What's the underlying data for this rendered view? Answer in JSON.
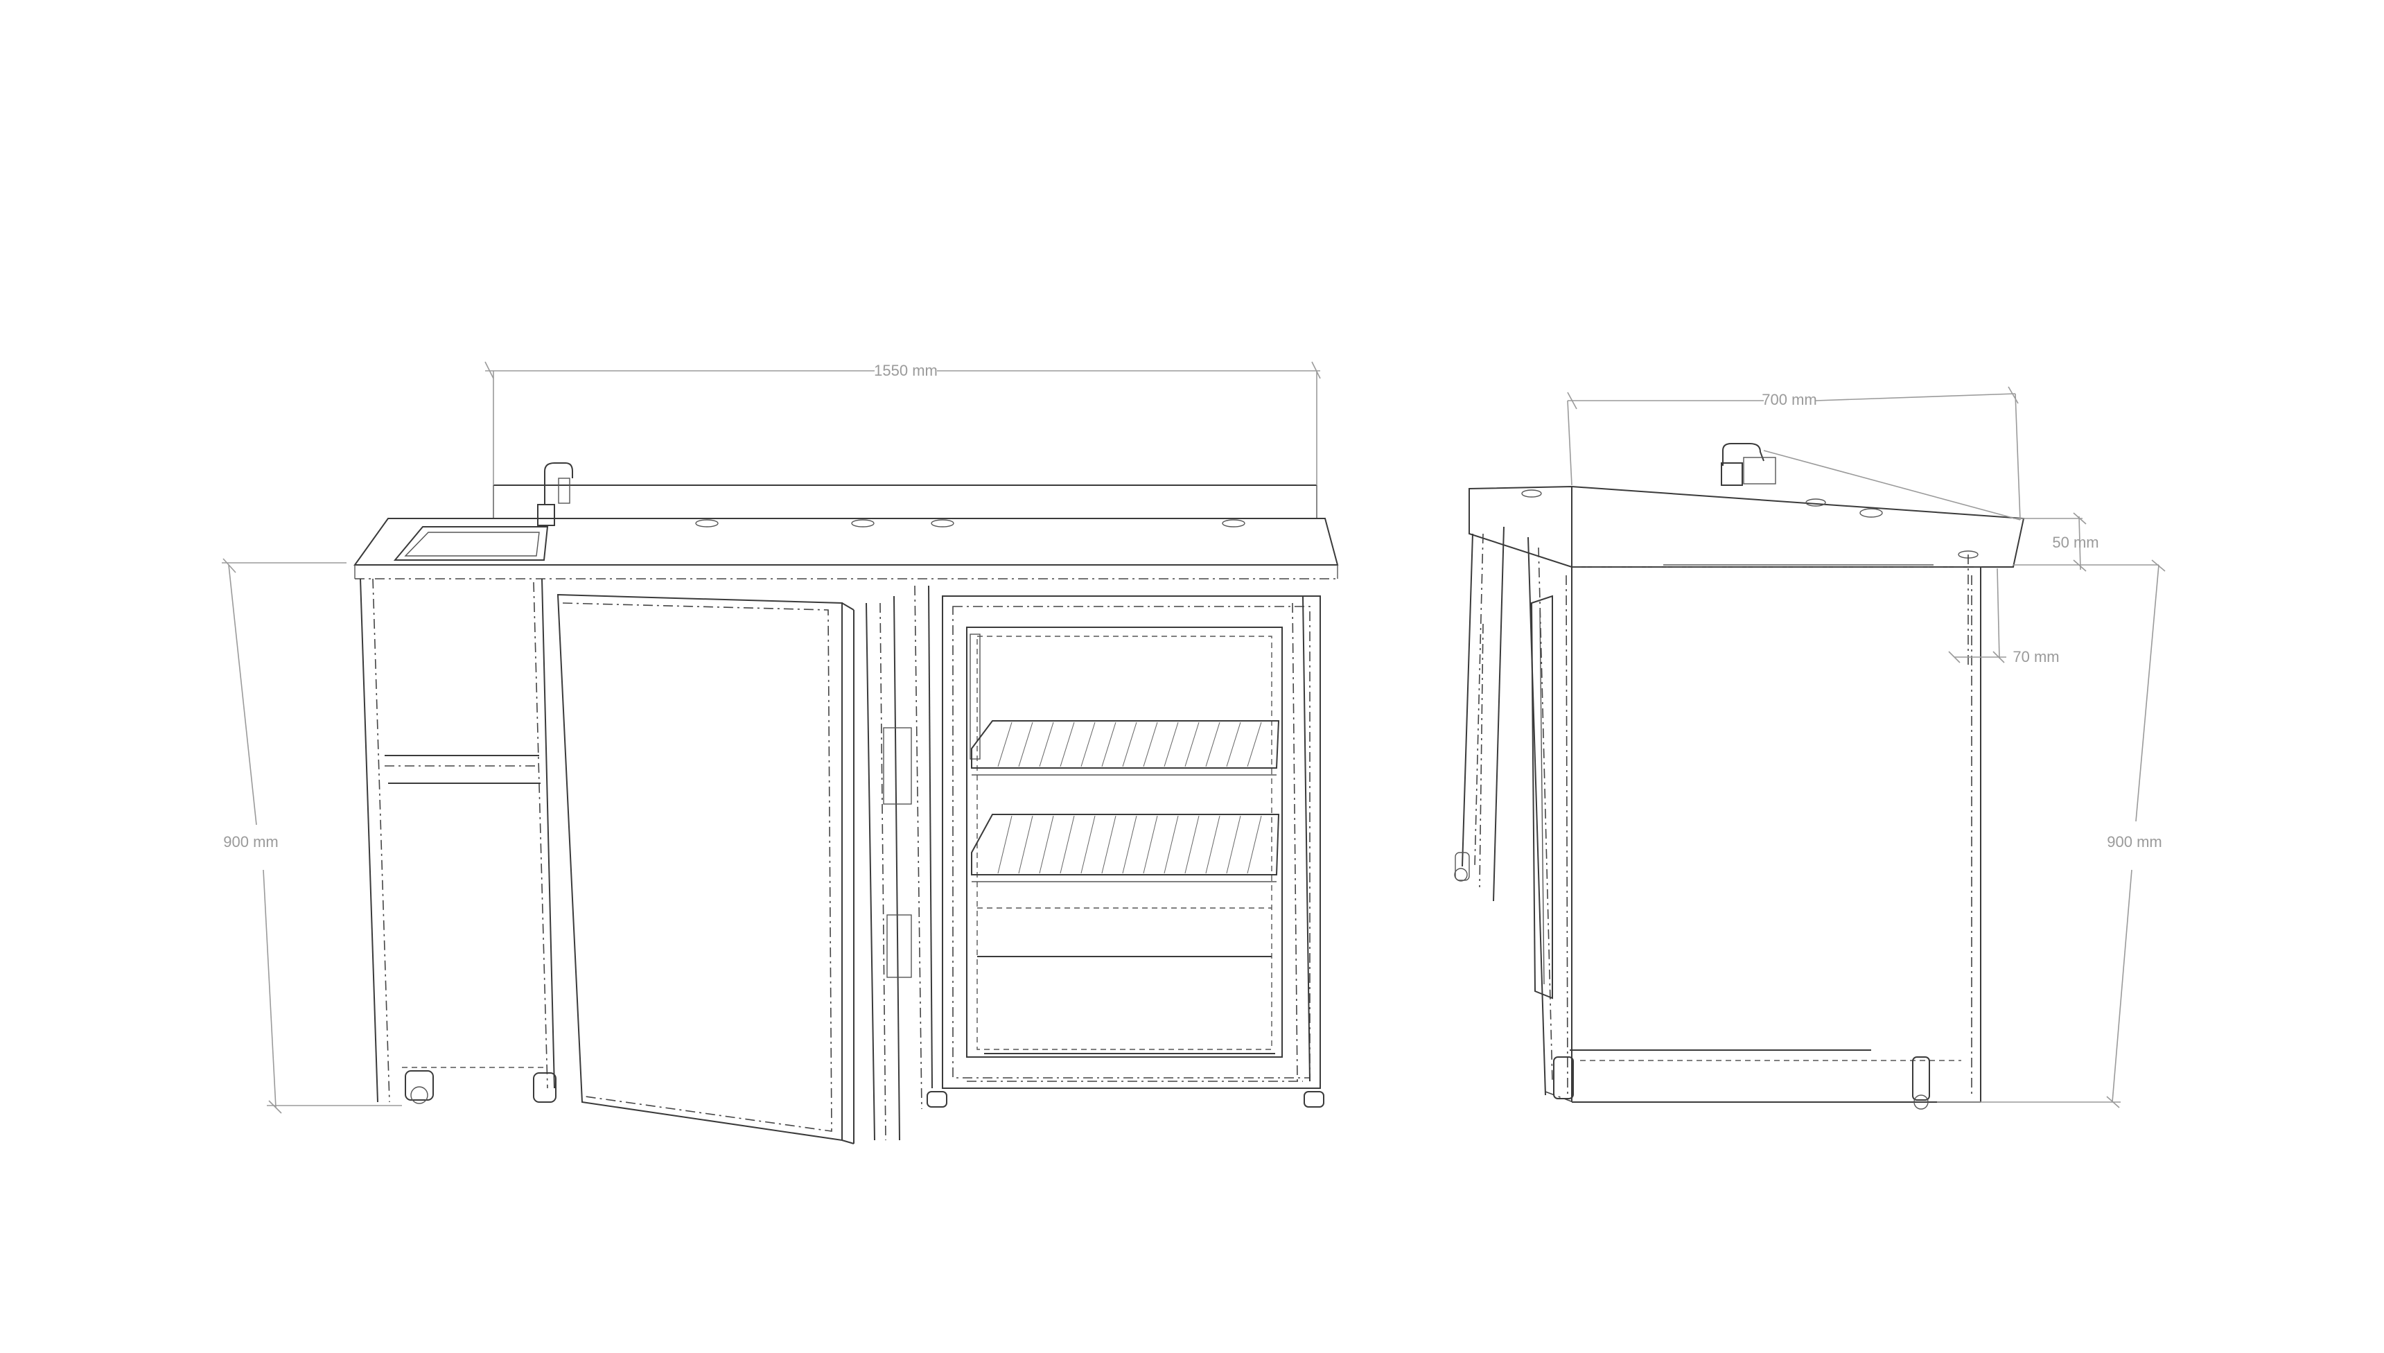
{
  "dimensions": {
    "front_width": "1550 mm",
    "front_height": "900 mm",
    "side_depth": "700 mm",
    "side_height": "900 mm",
    "backsplash_height": "50 mm",
    "overhang": "70 mm"
  }
}
